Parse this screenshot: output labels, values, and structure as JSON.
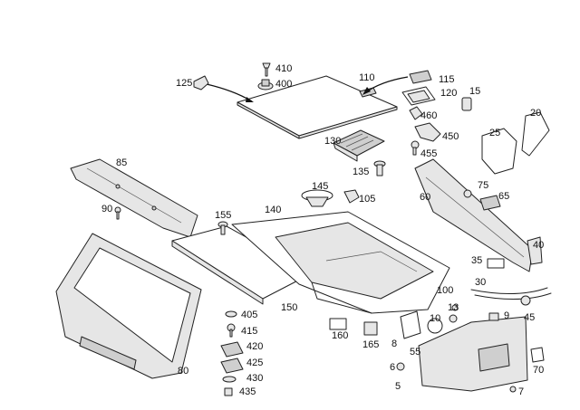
{
  "labels": {
    "l5": "5",
    "l7": "7",
    "l8": "8",
    "l9": "9",
    "l10": "10",
    "l13": "13",
    "l15": "15",
    "l20": "20",
    "l25": "25",
    "l30": "30",
    "l35": "35",
    "l40": "40",
    "l45": "45",
    "l55": "55",
    "l60": "60",
    "l65": "65",
    "l70": "70",
    "l75": "75",
    "l80": "80",
    "l85": "85",
    "l90": "90",
    "l100": "100",
    "l105": "105",
    "l110": "110",
    "l115": "115",
    "l120": "120",
    "l125": "125",
    "l130": "130",
    "l135": "135",
    "l140": "140",
    "l145": "145",
    "l150": "150",
    "l155": "155",
    "l160": "160",
    "l165": "165",
    "l400": "400",
    "l405": "405",
    "l410": "410",
    "l415": "415",
    "l420": "420",
    "l425": "425",
    "l430": "430",
    "l435": "435",
    "l450": "450",
    "l455": "455",
    "l460": "460",
    "l6": "6"
  }
}
